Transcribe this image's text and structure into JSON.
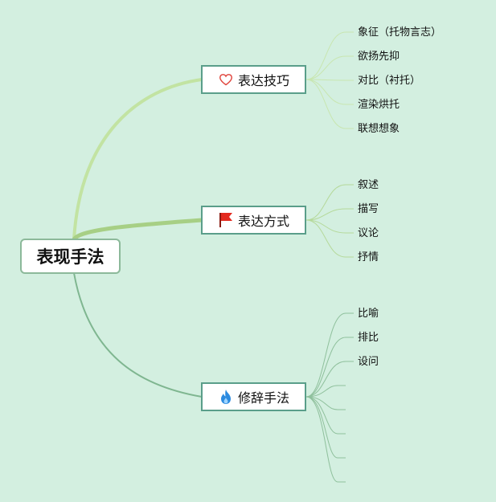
{
  "root": {
    "label": "表现手法"
  },
  "branches": [
    {
      "label": "表达技巧",
      "icon": "heart-icon",
      "items": [
        "象征（托物言志）",
        "欲扬先抑",
        "对比（衬托）",
        "渲染烘托",
        "联想想象"
      ]
    },
    {
      "label": "表达方式",
      "icon": "red-flag-icon",
      "items": [
        "叙述",
        "描写",
        "议论",
        "抒情"
      ]
    },
    {
      "label": "修辞手法",
      "icon": "fire-icon",
      "items": [
        "比喻",
        "排比",
        "设问",
        "",
        "",
        "",
        "",
        ""
      ]
    }
  ],
  "colors": {
    "background": "#d3efe0",
    "branch1_link": "#bfe39f",
    "branch2_link": "#a3cf80",
    "branch3_link": "#7cb88f",
    "heart": "#e0453d",
    "flag": "#e32a1f",
    "fire": "#2b8be0"
  }
}
